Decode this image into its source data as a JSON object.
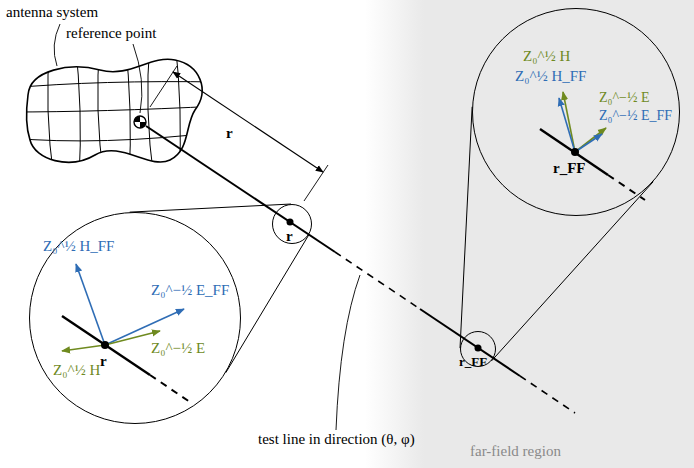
{
  "diagram": {
    "nodes": [
      {
        "text": [
          "r"
        ]
      },
      {
        "text": [
          "Z₀^½ H_FF",
          "Z₀^−½ E_FF",
          "Z₀^½ H",
          "Z₀^−½ E",
          "r"
        ]
      },
      {
        "text": [
          "far-field region"
        ]
      },
      {
        "text": [
          "Z₀^½ H",
          "Z₀^½ H_FF",
          "Z₀^−½ E",
          "Z₀^−½ E_FF",
          "r_FF"
        ],
        "in": 2
      },
      {
        "text": [
          "r_FF"
        ],
        "in": 2
      }
    ],
    "edges": [
      {
        "from": 0,
        "to": 1,
        "arrow": "none"
      },
      {
        "from": 4,
        "to": 3,
        "arrow": "none"
      }
    ],
    "labels": [
      "antenna system",
      "reference point",
      "r",
      "test line in direction (θ, φ)"
    ]
  }
}
